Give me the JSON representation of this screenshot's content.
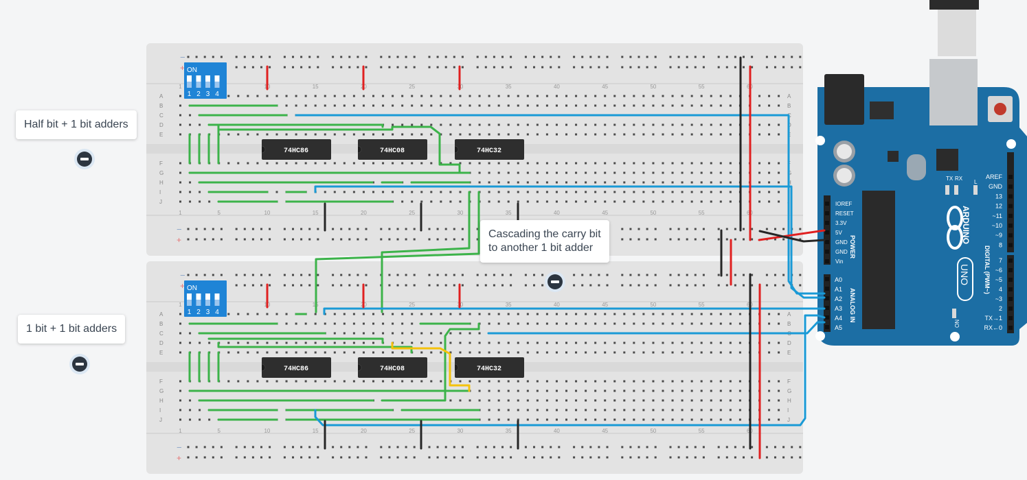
{
  "board_top": {
    "columns": [
      "5",
      "10",
      "15",
      "20",
      "25",
      "30",
      "35",
      "40",
      "45",
      "50",
      "55",
      "60"
    ],
    "rows_upper": [
      "A",
      "B",
      "C",
      "D",
      "E"
    ],
    "rows_lower": [
      "F",
      "G",
      "H",
      "I",
      "J"
    ],
    "chips": [
      "74HC86",
      "74HC08",
      "74HC32"
    ],
    "dip_switch": {
      "label": "ON",
      "numbers": [
        "1",
        "2",
        "3",
        "4"
      ]
    }
  },
  "board_bottom": {
    "columns": [
      "5",
      "10",
      "15",
      "20",
      "25",
      "30",
      "35",
      "40",
      "45",
      "50",
      "55",
      "60"
    ],
    "rows_upper": [
      "A",
      "B",
      "C",
      "D",
      "E"
    ],
    "rows_lower": [
      "F",
      "G",
      "H",
      "I",
      "J"
    ],
    "chips": [
      "74HC86",
      "74HC08",
      "74HC32"
    ],
    "dip_switch": {
      "label": "ON",
      "numbers": [
        "1",
        "2",
        "3",
        "4"
      ]
    }
  },
  "arduino": {
    "brand": "ARDUINO",
    "model": "UNO",
    "on_label": "ON",
    "power_header": [
      "IOREF",
      "RESET",
      "3.3V",
      "5V",
      "GND",
      "GND",
      "Vin"
    ],
    "power_title": "POWER",
    "analog_header": [
      "A0",
      "A1",
      "A2",
      "A3",
      "A4",
      "A5"
    ],
    "analog_title": "ANALOG IN",
    "digital_header": [
      "AREF",
      "GND",
      "13",
      "12",
      "~11",
      "~10",
      "~9",
      "8",
      "7",
      "~6",
      "~5",
      "4",
      "~3",
      "2",
      "TX→1",
      "RX←0"
    ],
    "digital_title": "DIGITAL (PWM~)",
    "tx_label": "TX",
    "rx_label": "RX",
    "l_label": "L"
  },
  "notes": {
    "half_adder": "Half bit + 1 bit adders",
    "carry_line1": "Cascading the carry bit",
    "carry_line2": "to another 1 bit adder",
    "one_bit": "1 bit + 1 bit adders"
  },
  "colors": {
    "wire_green": "#3cb34a",
    "wire_blue": "#1a9ad6",
    "wire_red": "#e02020",
    "wire_black": "#262626",
    "wire_yellow": "#f4c20d",
    "board": "#e3e3e3",
    "arduino": "#1c6ea4",
    "chip": "#2e2e2e",
    "switch": "#1f84d6"
  }
}
